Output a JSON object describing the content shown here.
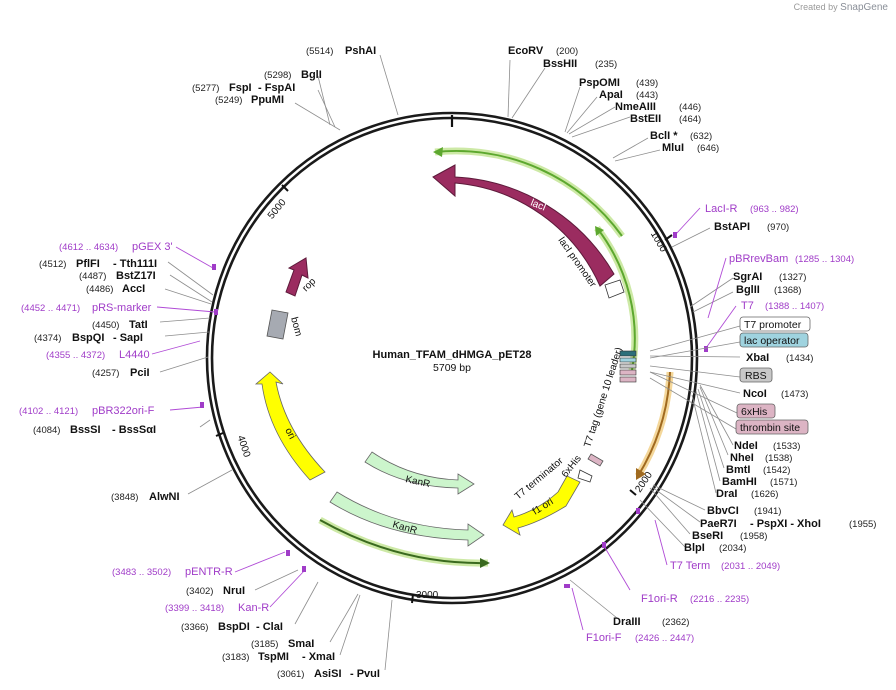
{
  "brand": {
    "prefix": "Created by",
    "name": "SnapGene"
  },
  "plasmid": {
    "name": "Human_TFAM_dHMGA_pET28",
    "size": "5709 bp"
  },
  "ticks": [
    "1000",
    "2000",
    "3000",
    "4000",
    "5000"
  ],
  "sites": [
    {
      "name": "PshAI",
      "pos": "(5514)",
      "color": "#111"
    },
    {
      "name": "BglI",
      "pos": "(5298)",
      "color": "#111"
    },
    {
      "name": "FspI",
      "alt": "- FspAI",
      "pos": "(5277)",
      "color": "#111"
    },
    {
      "name": "PpuMI",
      "pos": "(5249)",
      "color": "#111"
    },
    {
      "name": "EcoRV",
      "pos": "(200)",
      "color": "#111"
    },
    {
      "name": "BssHII",
      "pos": "(235)",
      "color": "#111"
    },
    {
      "name": "PspOMI",
      "pos": "(439)",
      "color": "#111"
    },
    {
      "name": "ApaI",
      "pos": "(443)",
      "color": "#111"
    },
    {
      "name": "NmeAIII",
      "pos": "(446)",
      "color": "#111"
    },
    {
      "name": "BstEII",
      "pos": "(464)",
      "color": "#111"
    },
    {
      "name": "BclI *",
      "pos": "(632)",
      "color": "#111"
    },
    {
      "name": "MluI",
      "pos": "(646)",
      "color": "#111"
    },
    {
      "name": "BstAPI",
      "pos": "(970)",
      "color": "#111"
    },
    {
      "name": "SgrAI",
      "pos": "(1327)",
      "color": "#111"
    },
    {
      "name": "BglII",
      "pos": "(1368)",
      "color": "#111"
    },
    {
      "name": "XbaI",
      "pos": "(1434)",
      "color": "#111"
    },
    {
      "name": "NcoI",
      "pos": "(1473)",
      "color": "#111"
    },
    {
      "name": "NdeI",
      "pos": "(1533)",
      "color": "#111"
    },
    {
      "name": "NheI",
      "pos": "(1538)",
      "color": "#111"
    },
    {
      "name": "BmtI",
      "pos": "(1542)",
      "color": "#111"
    },
    {
      "name": "BamHI",
      "pos": "(1571)",
      "color": "#111"
    },
    {
      "name": "DraI",
      "pos": "(1626)",
      "color": "#111"
    },
    {
      "name": "BbvCI",
      "pos": "(1941)",
      "color": "#111"
    },
    {
      "name": "PaeR7I",
      "alt": "- PspXI  - XhoI",
      "pos": "(1955)",
      "color": "#111"
    },
    {
      "name": "BseRI",
      "pos": "(1958)",
      "color": "#111"
    },
    {
      "name": "BlpI",
      "pos": "(2034)",
      "color": "#111"
    },
    {
      "name": "DraIII",
      "pos": "(2362)",
      "color": "#111"
    },
    {
      "name": "AsiSI",
      "alt": "- PvuI",
      "pos": "(3061)",
      "color": "#111"
    },
    {
      "name": "TspMI",
      "alt": "- XmaI",
      "pos": "(3183)",
      "color": "#111"
    },
    {
      "name": "SmaI",
      "pos": "(3185)",
      "color": "#111"
    },
    {
      "name": "BspDI",
      "alt": "- ClaI",
      "pos": "(3366)",
      "color": "#111"
    },
    {
      "name": "NruI",
      "pos": "(3402)",
      "color": "#111"
    },
    {
      "name": "AlwNI",
      "pos": "(3848)",
      "color": "#111"
    },
    {
      "name": "BssSI",
      "alt": "- BssSαI",
      "pos": "(4084)",
      "color": "#111"
    },
    {
      "name": "PciI",
      "pos": "(4257)",
      "color": "#111"
    },
    {
      "name": "BspQI",
      "alt": "- SapI",
      "pos": "(4374)",
      "color": "#111"
    },
    {
      "name": "TatI",
      "pos": "(4450)",
      "color": "#111"
    },
    {
      "name": "AccI",
      "pos": "(4486)",
      "color": "#111"
    },
    {
      "name": "BstZ17I",
      "pos": "(4487)",
      "color": "#111"
    },
    {
      "name": "PflFI",
      "alt": "- Tth111I",
      "pos": "(4512)",
      "color": "#111"
    }
  ],
  "primers": [
    {
      "name": "LacI-R",
      "range": "(963 .. 982)"
    },
    {
      "name": "pBRrevBam",
      "range": "(1285 .. 1304)"
    },
    {
      "name": "T7",
      "range": "(1388 .. 1407)"
    },
    {
      "name": "T7 Term",
      "range": "(2031 .. 2049)"
    },
    {
      "name": "F1ori-R",
      "range": "(2216 .. 2235)"
    },
    {
      "name": "F1ori-F",
      "range": "(2426 .. 2447)"
    },
    {
      "name": "pENTR-R",
      "range": "(3483 .. 3502)"
    },
    {
      "name": "Kan-R",
      "range": "(3399 .. 3418)"
    },
    {
      "name": "pBR322ori-F",
      "range": "(4102 .. 4121)"
    },
    {
      "name": "L4440",
      "range": "(4355 .. 4372)"
    },
    {
      "name": "pRS-marker",
      "range": "(4452 .. 4471)"
    },
    {
      "name": "pGEX 3'",
      "range": "(4612 .. 4634)"
    }
  ],
  "boxes": [
    {
      "name": "T7 promoter",
      "fill": "#ffffff"
    },
    {
      "name": "lac operator",
      "fill": "#9fd3df"
    },
    {
      "name": "RBS",
      "fill": "#c8c8c8"
    },
    {
      "name": "6xHis",
      "fill": "#dcb4c4"
    },
    {
      "name": "thrombin site",
      "fill": "#dcb4c4"
    }
  ],
  "features": {
    "lacI": "lacI",
    "lacI_promoter": "lacI promoter",
    "rop": "rop",
    "bom": "bom",
    "ori": "ori",
    "kanR_inner": "KanR",
    "kanR_outer": "KanR",
    "f1ori": "f1 ori",
    "t7_terminator": "T7 terminator",
    "his6": "6xHis",
    "t7tag": "T7 tag (gene 10 leader)"
  },
  "colors": {
    "lacI": "#9b2c60",
    "rop": "#9b2c60",
    "bom": "#a6aab2",
    "ori": "#ffff00",
    "kanR": "#ccf5cc",
    "green_arc": "#5da82f",
    "orange_arc": "#d9a040",
    "primer": "#a03cc8"
  }
}
